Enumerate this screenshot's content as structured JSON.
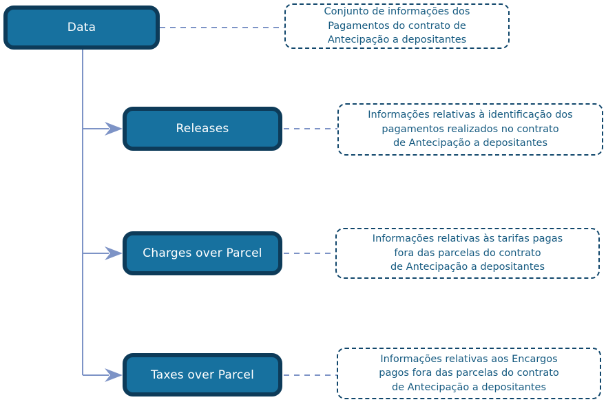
{
  "diagram": {
    "root": {
      "label": "Data"
    },
    "children": [
      {
        "label": "Releases"
      },
      {
        "label": "Charges over Parcel"
      },
      {
        "label": "Taxes over Parcel"
      }
    ],
    "notes": [
      {
        "lines": [
          "Conjunto de informações dos",
          "Pagamentos do contrato de",
          "Antecipação a depositantes"
        ]
      },
      {
        "lines": [
          "Informações relativas à identificação dos",
          "pagamentos realizados no contrato",
          "de Antecipação a depositantes"
        ]
      },
      {
        "lines": [
          "Informações relativas às tarifas pagas",
          "fora das parcelas do contrato",
          "de Antecipação a depositantes"
        ]
      },
      {
        "lines": [
          "Informações relativas aos Encargos",
          "pagos fora das parcelas do contrato",
          "de Antecipação a depositantes"
        ]
      }
    ],
    "colors": {
      "node_fill": "#17719f",
      "node_border": "#0d3b59",
      "node_text": "#ffffff",
      "note_border": "#10466b",
      "note_text": "#155a80",
      "connector": "#7d93c6"
    }
  }
}
